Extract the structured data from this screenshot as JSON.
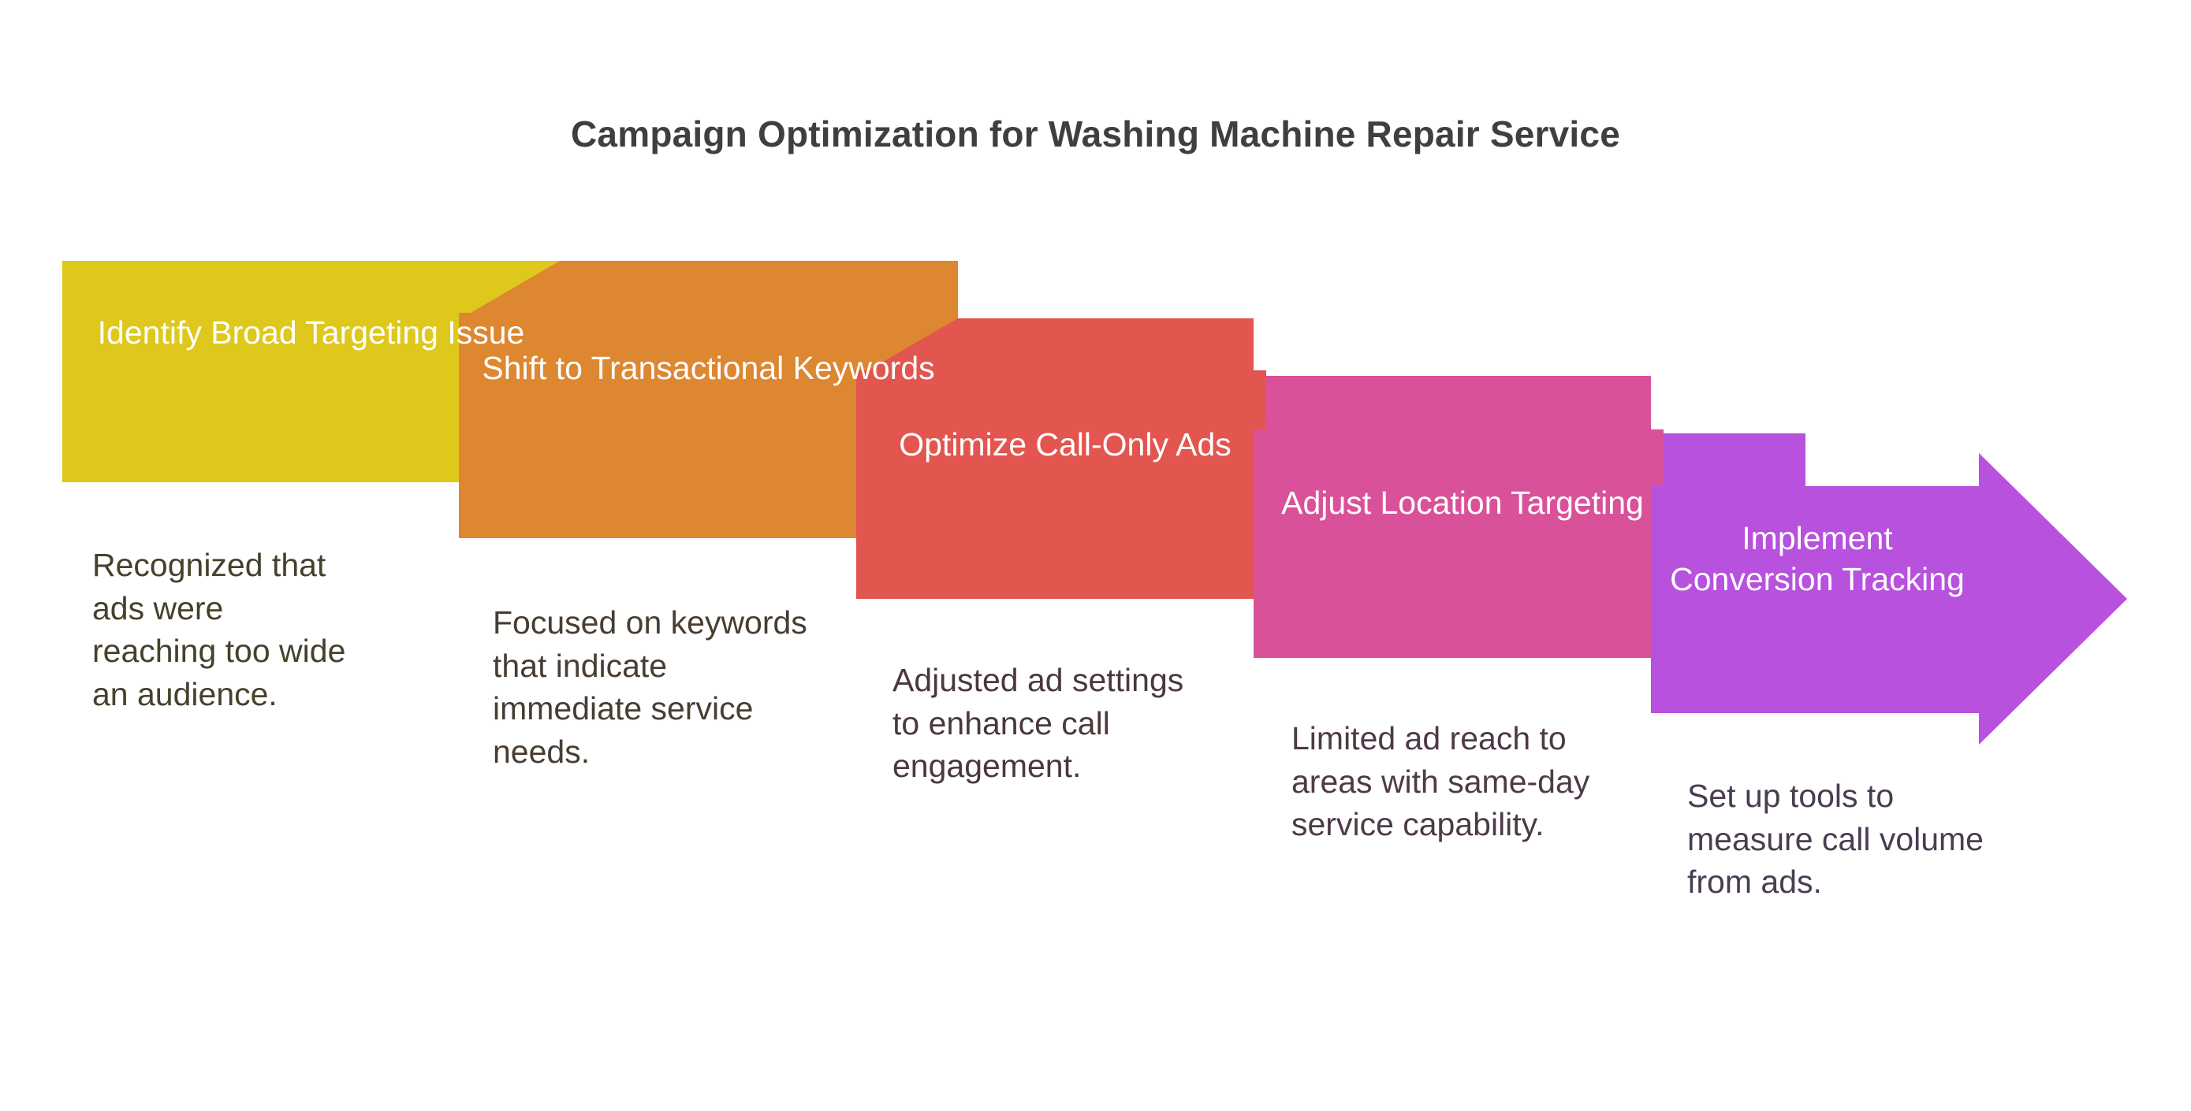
{
  "title": "Campaign Optimization for Washing Machine Repair Service",
  "title_color": "#3F3F3F",
  "background_color": "#FFFFFF",
  "diagram": {
    "type": "chevron-process-flow",
    "direction": "left-to-right",
    "step_count": 5,
    "arrow_head": "right",
    "steps": [
      {
        "index": 1,
        "label": "Identify Broad Targeting Issue",
        "description": "Recognized that ads were reaching too wide an audience.",
        "color": "#DEC81C",
        "text_color": "#FFFFFF",
        "desc_color": "#45412B"
      },
      {
        "index": 2,
        "label": "Shift to Transactional Keywords",
        "description": "Focused on keywords that indicate immediate service needs.",
        "color": "#DE8731",
        "text_color": "#FFFFFF",
        "desc_color": "#483D32"
      },
      {
        "index": 3,
        "label": "Optimize Call-Only Ads",
        "description": "Adjusted ad settings to enhance call engagement.",
        "color": "#E2564F",
        "text_color": "#FFFFFF",
        "desc_color": "#4B383A"
      },
      {
        "index": 4,
        "label": "Adjust Location Targeting",
        "description": "Limited ad reach to areas with same-day service capability.",
        "color": "#D95199",
        "text_color": "#FFFFFF",
        "desc_color": "#4E3A47"
      },
      {
        "index": 5,
        "label": "Implement Conversion Tracking",
        "description": "Set up tools to measure call volume from ads.",
        "color": "#B851DE",
        "text_color": "#FFFFFF",
        "desc_color": "#4A3C52"
      }
    ]
  }
}
